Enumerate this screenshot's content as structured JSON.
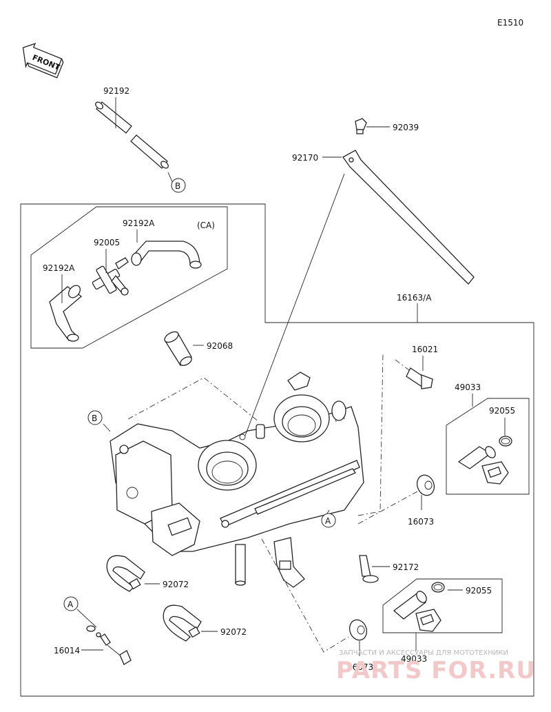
{
  "diagram": {
    "code": "E1510",
    "front_label": "FRONT",
    "variant_tag": "(CA)",
    "markers": [
      "A",
      "B"
    ],
    "parts": [
      {
        "id": "p92192",
        "number": "92192"
      },
      {
        "id": "p92192a_top",
        "number": "92192A"
      },
      {
        "id": "p92005",
        "number": "92005"
      },
      {
        "id": "p92192a_left",
        "number": "92192A"
      },
      {
        "id": "p92039",
        "number": "92039"
      },
      {
        "id": "p92170",
        "number": "92170"
      },
      {
        "id": "p16163a",
        "number": "16163/A"
      },
      {
        "id": "p92068",
        "number": "92068"
      },
      {
        "id": "p16021",
        "number": "16021"
      },
      {
        "id": "p49033_top",
        "number": "49033"
      },
      {
        "id": "p92055_top",
        "number": "92055"
      },
      {
        "id": "p16073_top",
        "number": "16073"
      },
      {
        "id": "p92172",
        "number": "92172"
      },
      {
        "id": "p92072_top",
        "number": "92072"
      },
      {
        "id": "p92072_bottom",
        "number": "92072"
      },
      {
        "id": "p92055_bottom",
        "number": "92055"
      },
      {
        "id": "p16014",
        "number": "16014"
      },
      {
        "id": "p16073_bottom",
        "number": "16073"
      },
      {
        "id": "p49033_bottom",
        "number": "49033"
      }
    ]
  },
  "watermark": {
    "line1": "ЗАПЧАСТИ И АКСЕССУАРЫ ДЛЯ МОТОТЕХНИКИ",
    "line2": "PARTS FOR.RU"
  }
}
